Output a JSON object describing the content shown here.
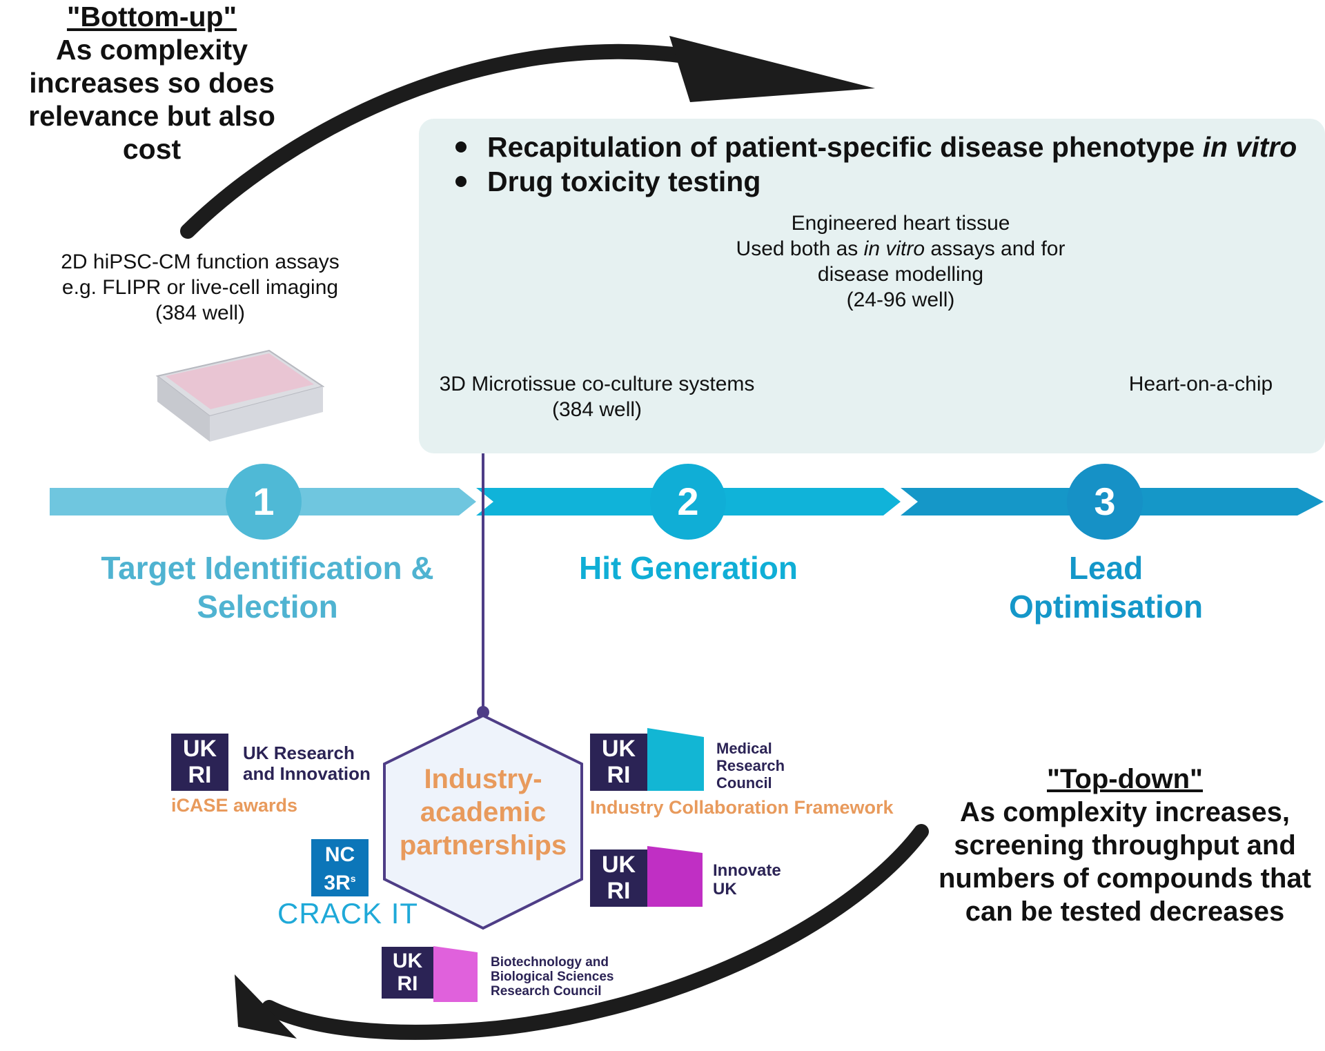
{
  "bottom_up": {
    "heading": "\"Bottom-up\"",
    "line1": "As complexity",
    "line2": "increases so does",
    "line3": "relevance but also cost"
  },
  "top_down": {
    "heading": "\"Top-down\"",
    "line1": "As complexity increases,",
    "line2": "screening throughput and",
    "line3": "numbers of compounds that",
    "line4": "can be tested decreases"
  },
  "bullets": {
    "item1_text": "Recapitulation of patient-specific disease phenotype ",
    "item1_italic": "in vitro",
    "item2_text": "Drug toxicity testing"
  },
  "assay_2d": {
    "line1": "2D hiPSC-CM function assays",
    "line2": "e.g. FLIPR or live-cell imaging",
    "line3": "(384 well)"
  },
  "microtissue": {
    "line1": "3D Microtissue co-culture systems",
    "line2": "(384 well)"
  },
  "eht": {
    "line1": "Engineered heart tissue",
    "line2_a": "Used both as ",
    "line2_italic": "in vitro",
    "line2_b": " assays and for",
    "line3": "disease modelling",
    "line4": "(24-96 well)"
  },
  "chip": {
    "label": "Heart-on-a-chip"
  },
  "stages": [
    {
      "number": "1",
      "label_line1": "Target Identification &",
      "label_line2": "Selection",
      "color": "#4fb3d1"
    },
    {
      "number": "2",
      "label_line1": "Hit Generation",
      "label_line2": "",
      "color": "#10aed6"
    },
    {
      "number": "3",
      "label_line1": "Lead",
      "label_line2": "Optimisation",
      "color": "#1497c9"
    }
  ],
  "partnership": {
    "line1": "Industry-",
    "line2": "academic",
    "line3": "partnerships"
  },
  "logos": {
    "ukri_mark_top": "UK",
    "ukri_mark_bottom": "RI",
    "ukri_name_1": "UK Research",
    "ukri_name_2": "and Innovation",
    "icase": "iCASE awards",
    "mrc_1": "Medical",
    "mrc_2": "Research",
    "mrc_3": "Council",
    "icf": "Industry Collaboration Framework",
    "innovate_1": "Innovate",
    "innovate_2": "UK",
    "nc3rs_1": "NC",
    "nc3rs_2": "3R",
    "nc3rs_sup": "s",
    "crackit": "CRACK IT",
    "bbsrc_1": "Biotechnology and",
    "bbsrc_2": "Biological Sciences",
    "bbsrc_3": "Research Council"
  },
  "colors": {
    "panel": "#e6f1f1",
    "stage_text": "#3aa9c6",
    "orange": "#e89a5c",
    "navy": "#2b2355",
    "purple_line": "#4e3d86"
  }
}
